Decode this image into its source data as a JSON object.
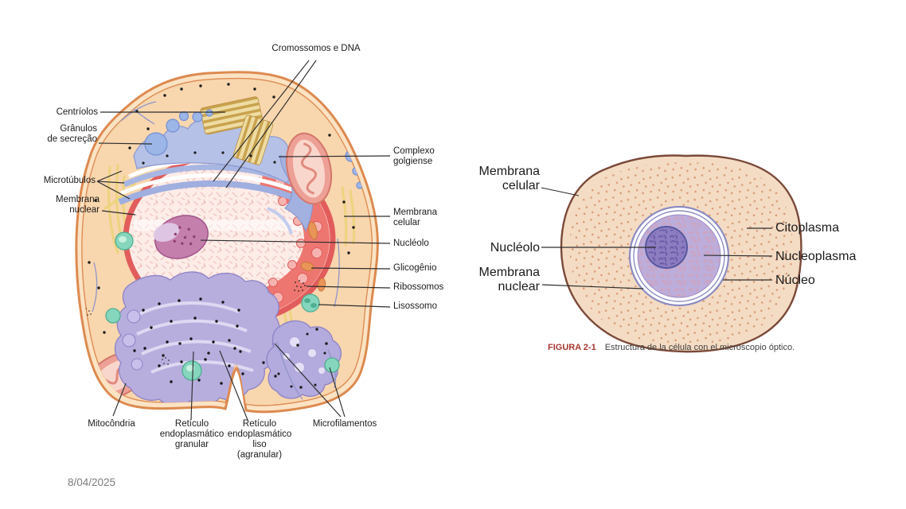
{
  "page": {
    "date": "8/04/2025"
  },
  "left": {
    "labels": {
      "cromossomos": "Cromossomos e DNA",
      "centriolos": "Centríolos",
      "granulos": "Grânulos\nde secreção",
      "microtubulos": "Microtúbulos",
      "membrana_nuclear": "Membrana\nnuclear",
      "complexo_golgiense": "Complexo\ngolgiense",
      "membrana_celular": "Membrana\ncelular",
      "nucleolo": "Nucléolo",
      "glicogenio": "Glicogênio",
      "ribossomos": "Ribossomos",
      "lisossomo": "Lisossomo",
      "mitocondria": "Mitocôndria",
      "reticulo_granular": "Retículo\nendoplasmático\ngranular",
      "reticulo_liso": "Retículo\nendoplasmático\nliso\n(agranular)",
      "microfilamentos": "Microfilamentos"
    }
  },
  "right": {
    "labels": {
      "membrana_celular": "Membrana\ncelular",
      "nucleolo": "Nucléolo",
      "membrana_nuclear": "Membrana\nnuclear",
      "citoplasma": "Citoplasma",
      "nucleoplasma": "Nucleoplasma",
      "nucleo": "Núcleo"
    },
    "caption": {
      "figure": "FIGURA 2-1",
      "text": "Estructura de la célula con el microscopio óptico."
    }
  },
  "colors": {
    "membrane_orange": "#dd8a50",
    "cytoplasm_peach": "#f8d6ae",
    "nucleus_rim_red": "#e25c5c",
    "nucleus_fill": "#fdece8",
    "golgi_blue": "#aab8e2",
    "er_purple": "#b3aadd",
    "mitochondria_salmon": "#eda096",
    "lysosome_teal": "#85d6bd",
    "microtubule_yellow": "#ecd47e",
    "simple_cell_tan": "#f4dcc4",
    "simple_cell_outline": "#7a4938",
    "simple_nucleoplasm_purple": "#bcadda",
    "nucleolus_purple": "#8c7cc0",
    "caption_red": "#a8372f",
    "label_text": "#1b1b1b",
    "date_gray": "#7c7c7c"
  }
}
